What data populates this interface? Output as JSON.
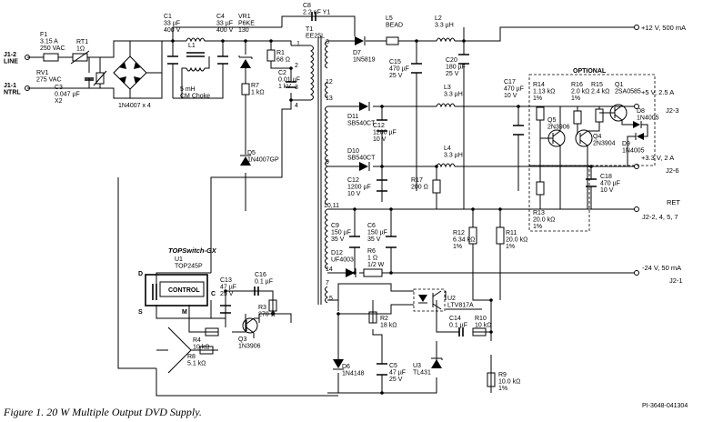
{
  "caption": "Figure 1. 20 W Multiple Output DVD Supply.",
  "doc_id": "PI-3648-041304",
  "optional_label": "OPTIONAL",
  "inputs": {
    "line": "J1-2\nLINE",
    "neutral": "J1-1\nNTRL"
  },
  "outputs": [
    {
      "label": "+12 V, 500 mA"
    },
    {
      "label": "+5 V, 2.5 A",
      "conn": "J2-3"
    },
    {
      "label": "+3.3 V, 2 A",
      "conn": "J2-6"
    },
    {
      "label": "RET",
      "conn": "J2-2, 4, 5, 7"
    },
    {
      "label": "-24 V, 50 mA",
      "conn": "J2-1"
    }
  ],
  "components": {
    "F1": "F1\n3.15 A\n250 VAC",
    "RT1": "RT1\n1Ω",
    "RV1": "RV1\n275 VAC",
    "C3": "C3\n0.047 µF\nX2",
    "bridge": "1N4007 x 4",
    "C1": "C1\n33 µF\n400 V",
    "L1": "L1",
    "L1_note": "5 mH\nCM Choke",
    "C4": "C4\n33 µF\n400 V",
    "VR1": "VR1\nP6KE\n130",
    "R7": "R7\n1 kΩ",
    "D5": "D5\n1N4007GP",
    "R1": "R1\n68 Ω",
    "C2": "C2\n0.01 µF\n1 kV",
    "C8": "C8\n2.2 nF Y1",
    "T1": "T1\nEE25L",
    "D7": "D7\n1N5819",
    "L5": "L5\nBEAD",
    "L2": "L2\n3.3 µH",
    "C15": "C15\n470 µF\n25 V",
    "C20": "C20\n180 µF\n25 V",
    "D11": "D11\nSB540CT",
    "C12a": "C12\n1200 µF\n10 V",
    "L3": "L3\n3.3 µH",
    "C17": "C17\n470 µF\n10 V",
    "D10": "D10\nSB540CT",
    "C12b": "C12\n1200 µF\n10 V",
    "L4": "L4\n3.3 µH",
    "R17": "R17\n200 Ω",
    "C18": "C18\n470 µF\n10 V",
    "R14": "R14\n1.13 kΩ\n1%",
    "R16": "R16\n2.0 kΩ\n1%",
    "R15": "R15\n2.4 kΩ",
    "Q1": "Q1\n2SA0585",
    "D8": "D8\n1N4005",
    "D9": "D9\n1N4005",
    "Q5": "Q5\n2N3906",
    "Q4": "Q4\n2N3904",
    "R13": "R13\n20.0 kΩ\n1%",
    "R12": "R12\n6.34 kΩ\n1%",
    "R11": "R11\n20.0 kΩ\n1%",
    "C9": "C9\n150 µF\n35 V",
    "C6": "C6\n150 µF\n35 V",
    "D12": "D12\nUF4003",
    "R6": "R6\n1 Ω\n1/2 W",
    "U1_family": "TOPSwitch-GX",
    "U1": "U1\nTOP245P",
    "U1_ctrl": "CONTROL",
    "C13": "C13\n47 µF\n25 V",
    "C16": "C16\n0.1 µF",
    "R3": "R3\n270 Ω",
    "R4": "R4\n10 kΩ",
    "R8": "R8\n5.1 kΩ",
    "Q3": "Q3\n1N3906",
    "R2": "R2\n18 kΩ",
    "D6": "D6\n1N4148",
    "C5": "C5\n47 µF\n25 V",
    "U2": "U2\nLTV817A",
    "C14": "C14\n0.1 µF",
    "R10": "R10\n10 kΩ",
    "U3": "U3\nTL431",
    "R9": "R9\n10.0 kΩ\n1%"
  },
  "pins": {
    "t1_pri": [
      "1",
      "2",
      "3",
      "4"
    ],
    "t1_sec": [
      "8",
      "12",
      "13",
      "9",
      "10,11",
      "14",
      "7",
      "5"
    ],
    "u1": [
      "D",
      "C",
      "S",
      "M"
    ]
  }
}
